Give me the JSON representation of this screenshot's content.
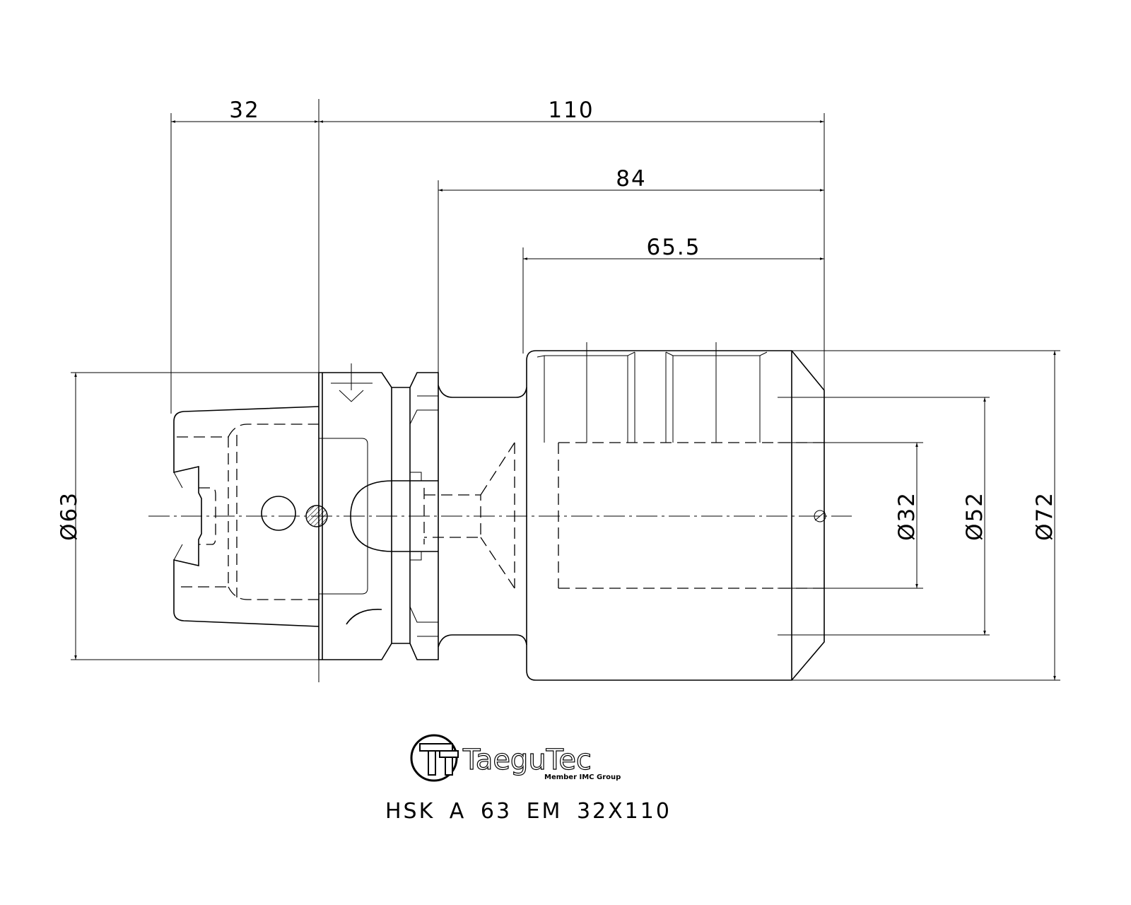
{
  "dimensions": {
    "d32_length": "32",
    "d110_length": "110",
    "d84_length": "84",
    "d65_length": "65.5",
    "dia63": "Ø63",
    "dia32": "Ø32",
    "dia52": "Ø52",
    "dia72": "Ø72"
  },
  "logo": {
    "brand": "TaeguTec",
    "tagline": "Member IMC Group"
  },
  "caption": "HSK A 63 EM 32X110"
}
